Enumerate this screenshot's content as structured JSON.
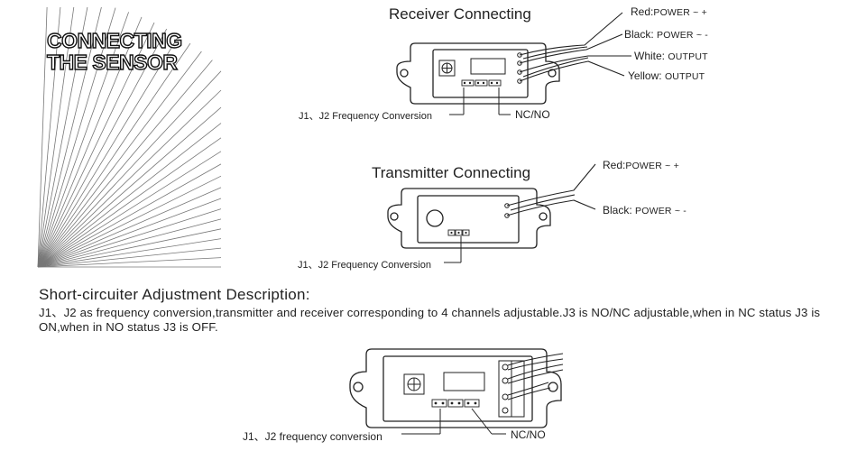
{
  "title": {
    "line1": "CONNECTING",
    "line2": "THE SENSOR"
  },
  "receiver": {
    "heading": "Receiver Connecting",
    "wires": [
      {
        "name": "Red:",
        "signal": "POWER ~ +"
      },
      {
        "name": "Black:",
        "signal": "POWER ~ -"
      },
      {
        "name": "White:",
        "signal": "OUTPUT"
      },
      {
        "name": "Yellow:",
        "signal": "OUTPUT"
      }
    ],
    "jumper_label": "J1、J2 Frequency Conversion",
    "ncno_label": "NC/NO"
  },
  "transmitter": {
    "heading": "Transmitter Connecting",
    "wires": [
      {
        "name": "Red:",
        "signal": "POWER ~ +"
      },
      {
        "name": "Black:",
        "signal": "POWER ~ -"
      }
    ],
    "jumper_label": "J1、J2 Frequency Conversion"
  },
  "adjustment": {
    "heading": "Short-circuiter Adjustment Description:",
    "description": "J1、J2 as frequency conversion,transmitter and receiver corresponding to 4 channels adjustable.J3 is NO/NC adjustable,when in NC status J3 is ON,when in NO status J3 is OFF.",
    "jumper_label": "J1、J2 frequency conversion",
    "ncno_label": "NC/NO"
  }
}
